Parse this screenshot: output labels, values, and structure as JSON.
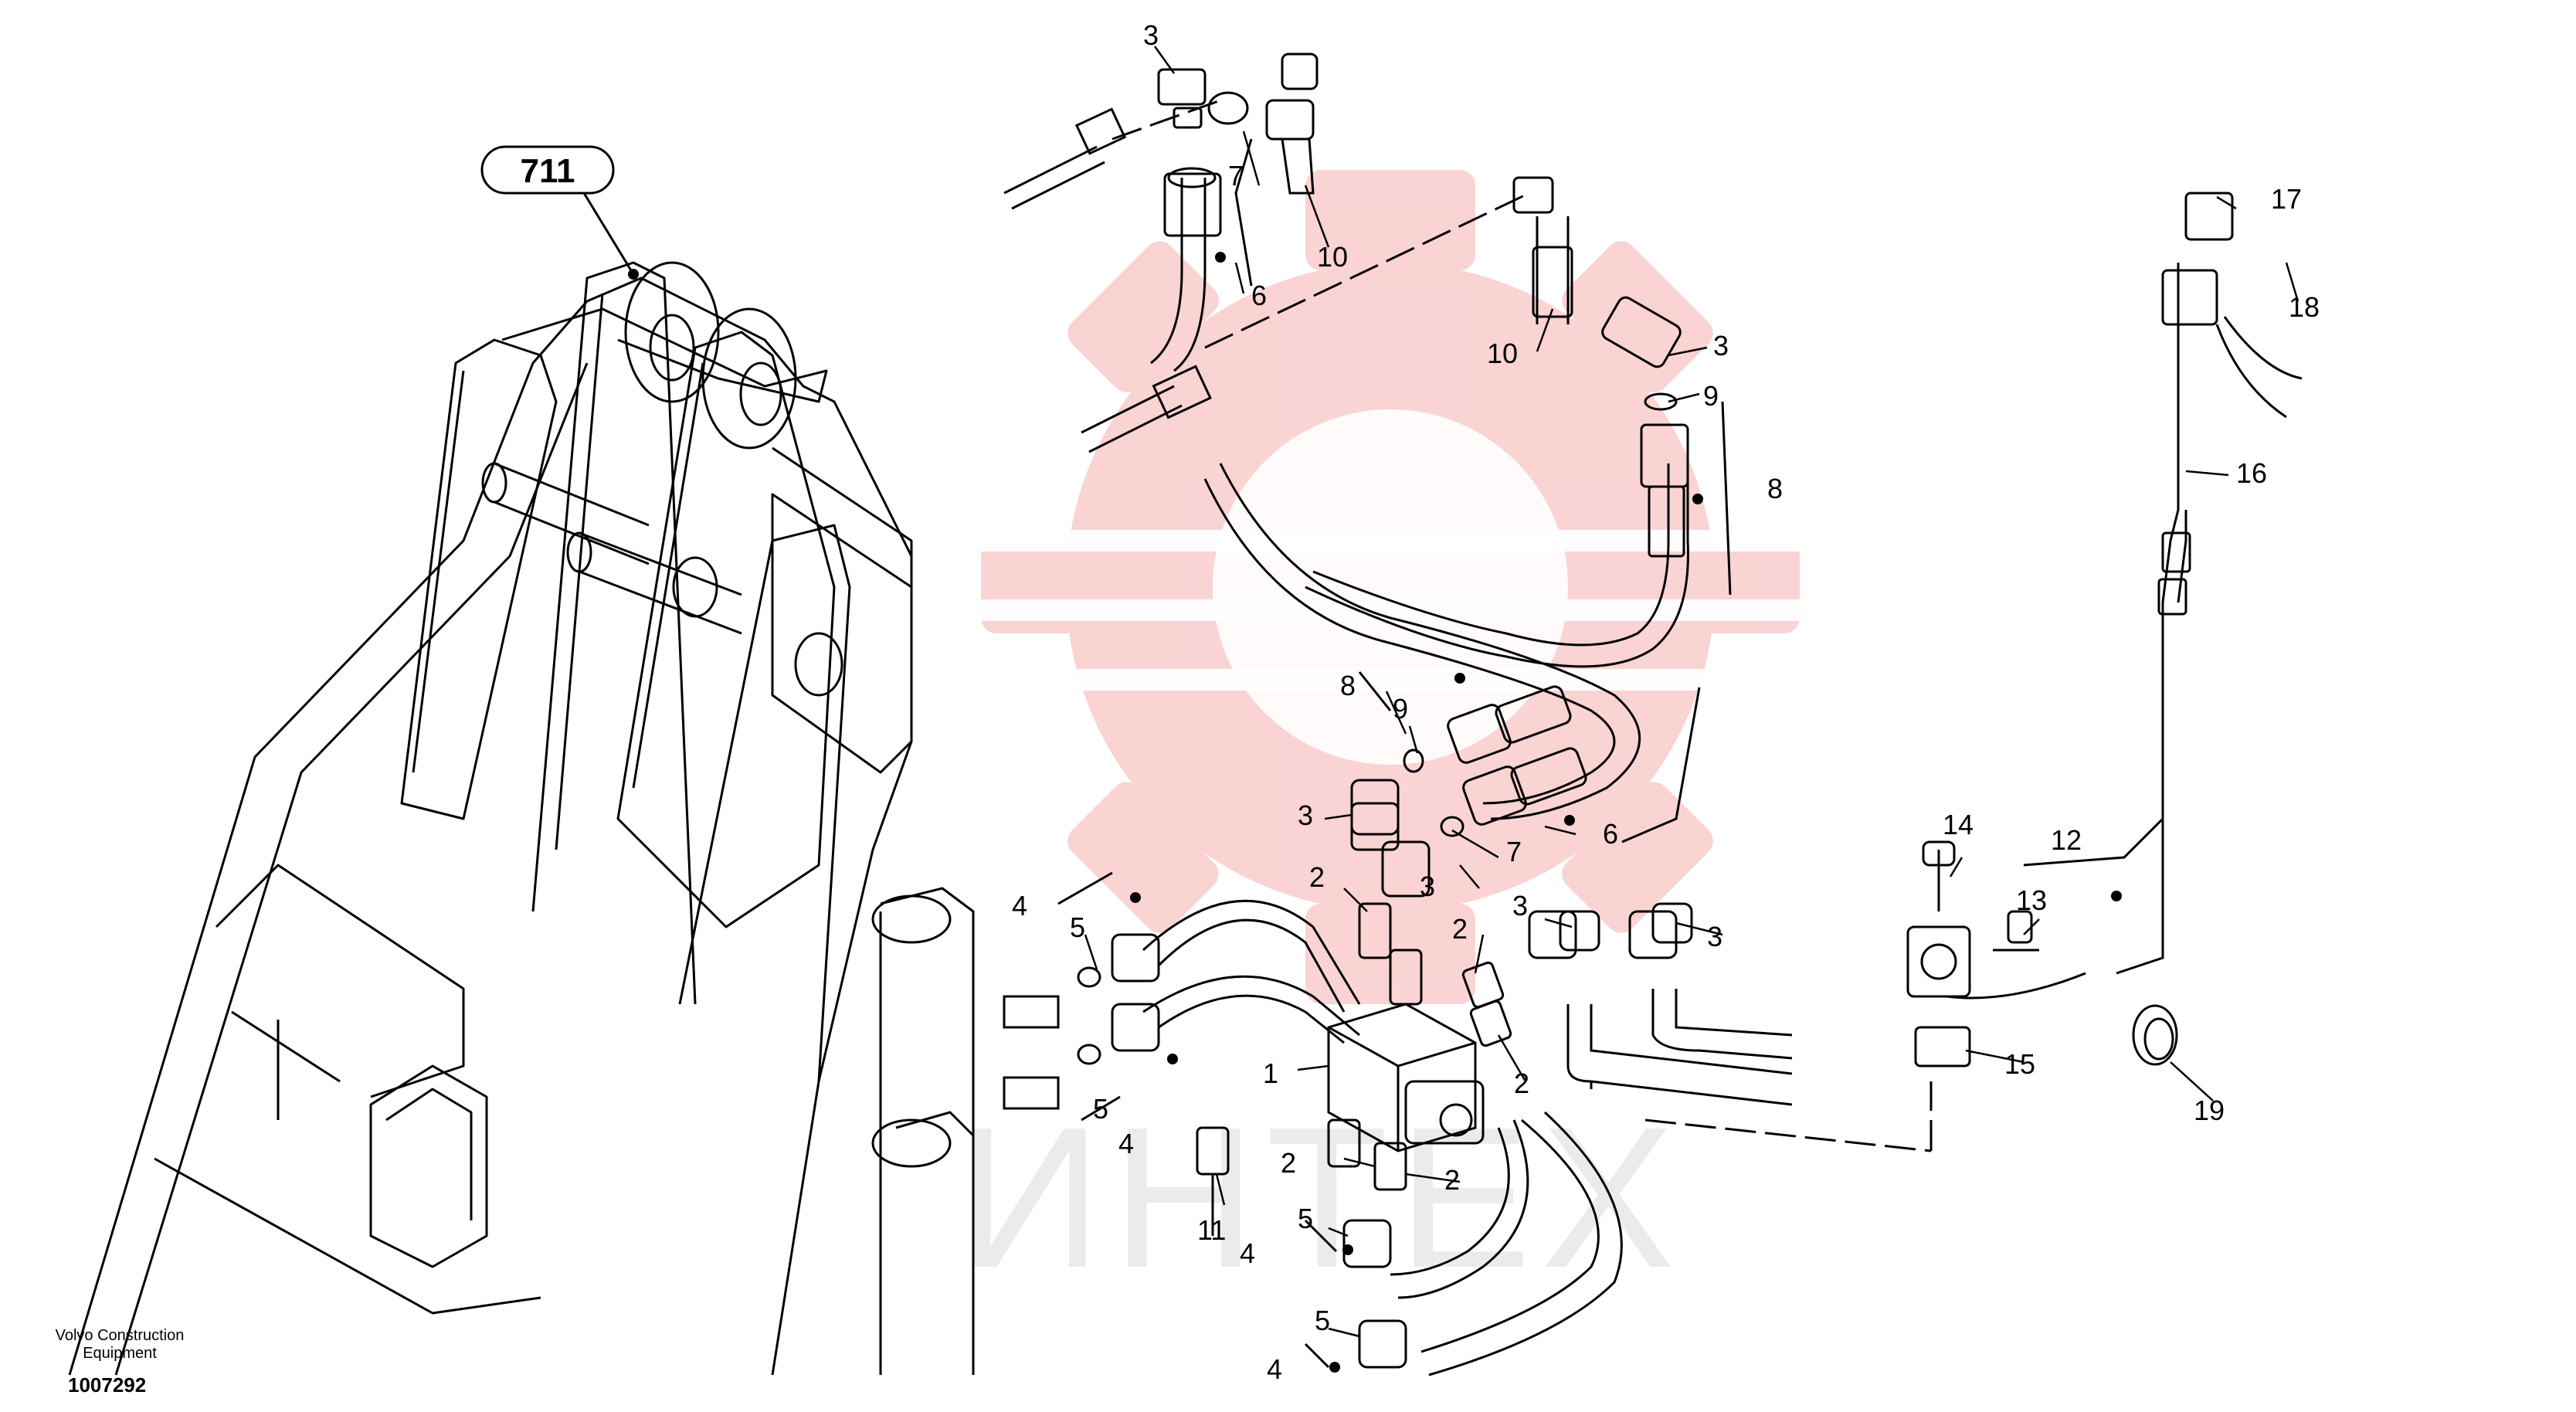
{
  "reference": {
    "label": "711"
  },
  "watermark": {
    "text": "ИНТЕХ",
    "color": "#f4a0a0"
  },
  "footer": {
    "company_line1": "Volvo Construction",
    "company_line2": "Equipment",
    "drawing_number": "1007292"
  },
  "callouts": [
    {
      "text": "3"
    },
    {
      "text": "7"
    },
    {
      "text": "10"
    },
    {
      "text": "6"
    },
    {
      "text": "10"
    },
    {
      "text": "3"
    },
    {
      "text": "9"
    },
    {
      "text": "8"
    },
    {
      "text": "17"
    },
    {
      "text": "18"
    },
    {
      "text": "16"
    },
    {
      "text": "8"
    },
    {
      "text": "9"
    },
    {
      "text": "3"
    },
    {
      "text": "7"
    },
    {
      "text": "6"
    },
    {
      "text": "3"
    },
    {
      "text": "2"
    },
    {
      "text": "2"
    },
    {
      "text": "3"
    },
    {
      "text": "3"
    },
    {
      "text": "4"
    },
    {
      "text": "5"
    },
    {
      "text": "1"
    },
    {
      "text": "2"
    },
    {
      "text": "5"
    },
    {
      "text": "4"
    },
    {
      "text": "2"
    },
    {
      "text": "2"
    },
    {
      "text": "11"
    },
    {
      "text": "5"
    },
    {
      "text": "4"
    },
    {
      "text": "5"
    },
    {
      "text": "4"
    },
    {
      "text": "14"
    },
    {
      "text": "12"
    },
    {
      "text": "13"
    },
    {
      "text": "15"
    },
    {
      "text": "19"
    }
  ]
}
